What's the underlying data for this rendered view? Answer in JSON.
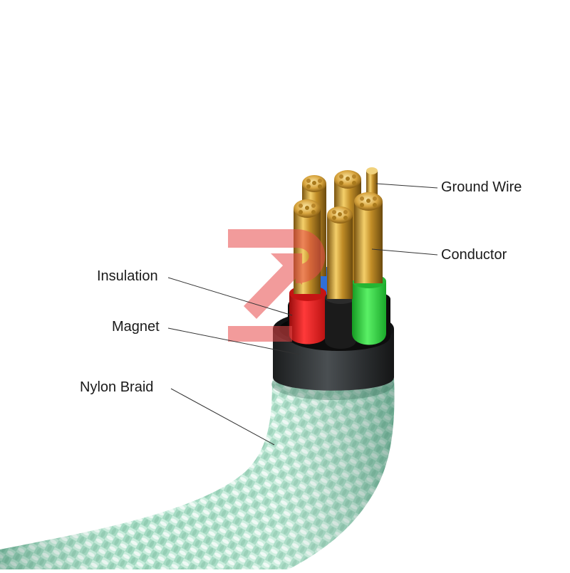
{
  "labels": {
    "ground_wire": "Ground Wire",
    "conductor": "Conductor",
    "insulation": "Insulation",
    "magnet": "Magnet",
    "nylon_braid": "Nylon Braid"
  },
  "colors": {
    "braid": "#9fd8bf",
    "braid_light": "#e6f6ef",
    "magnet": "#2a2d2e",
    "insulation_red": "#e81d1d",
    "insulation_green": "#2fcf3d",
    "copper": "#c9962e",
    "watermark": "#e84a4a"
  }
}
